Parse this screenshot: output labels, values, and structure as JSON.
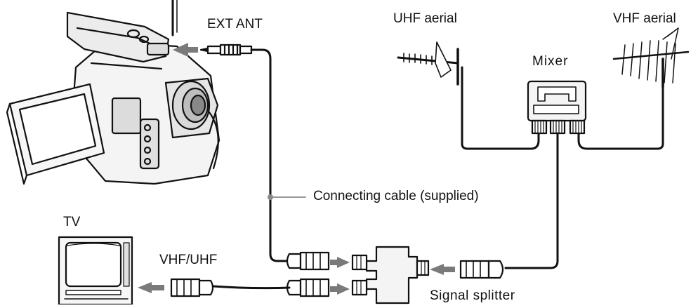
{
  "labels": {
    "ext_ant": "EXT ANT",
    "uhf_aerial": "UHF aerial",
    "vhf_aerial": "VHF aerial",
    "mixer": "Mixer",
    "connecting_cable": "Connecting cable (supplied)",
    "tv": "TV",
    "vhf_uhf": "VHF/UHF",
    "signal_splitter": "Signal splitter"
  },
  "colors": {
    "line": "#111111",
    "arrow": "#7a7a7a",
    "connector_fill": "#ffffff",
    "device_fill": "#f2f2f2",
    "screen_fill": "#ffffff"
  }
}
